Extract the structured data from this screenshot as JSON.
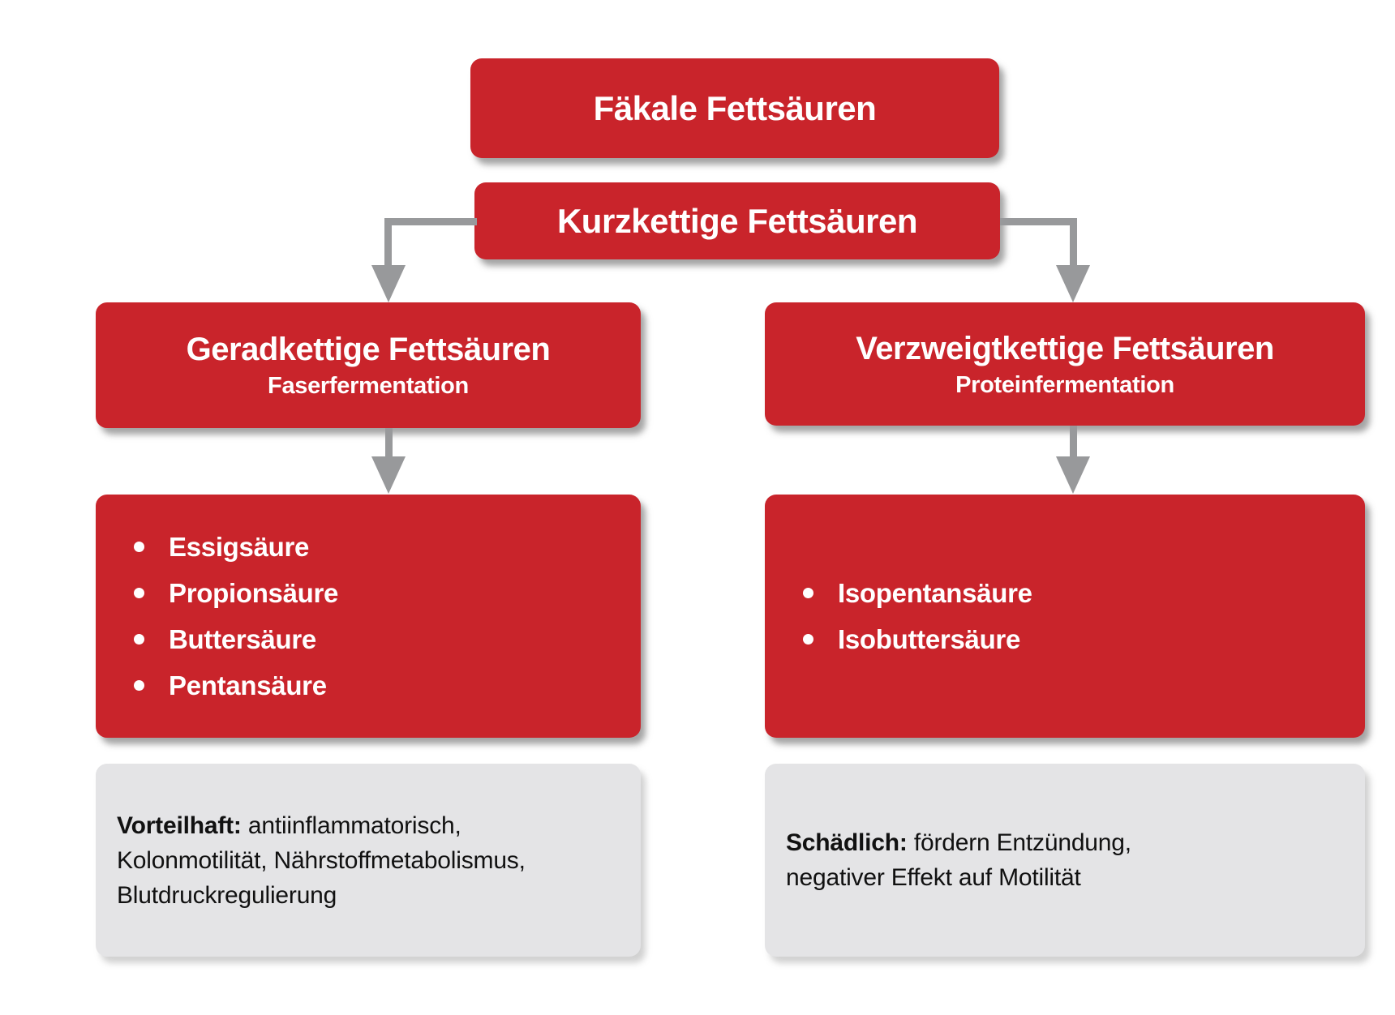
{
  "diagram": {
    "root": {
      "label": "Fäkale Fettsäuren"
    },
    "level2": {
      "label": "Kurzkettige Fettsäuren"
    },
    "left": {
      "branch": {
        "title": "Geradkettige Fettsäuren",
        "subtitle": "Faserfermentation"
      },
      "acids": [
        "Essigsäure",
        "Propionsäure",
        "Buttersäure",
        "Pentansäure"
      ],
      "note": {
        "lead": "Vorteilhaft:",
        "lines": [
          " antiinflammatorisch,",
          "Kolonmotilität, Nährstoffmetabolismus,",
          "Blutdruckregulierung"
        ]
      }
    },
    "right": {
      "branch": {
        "title": "Verzweigtkettige Fettsäuren",
        "subtitle": "Proteinfermentation"
      },
      "acids": [
        "Isopentansäure",
        "Isobuttersäure"
      ],
      "note": {
        "lead": "Schädlich:",
        "lines": [
          " fördern Entzündung,",
          "negativer Effekt auf Motilität"
        ]
      }
    },
    "colors": {
      "box_red": "#C9242B",
      "note_gray": "#E4E4E6",
      "connector_gray": "#98999B",
      "text_white": "#FFFFFF",
      "text_dark": "#111111"
    }
  }
}
